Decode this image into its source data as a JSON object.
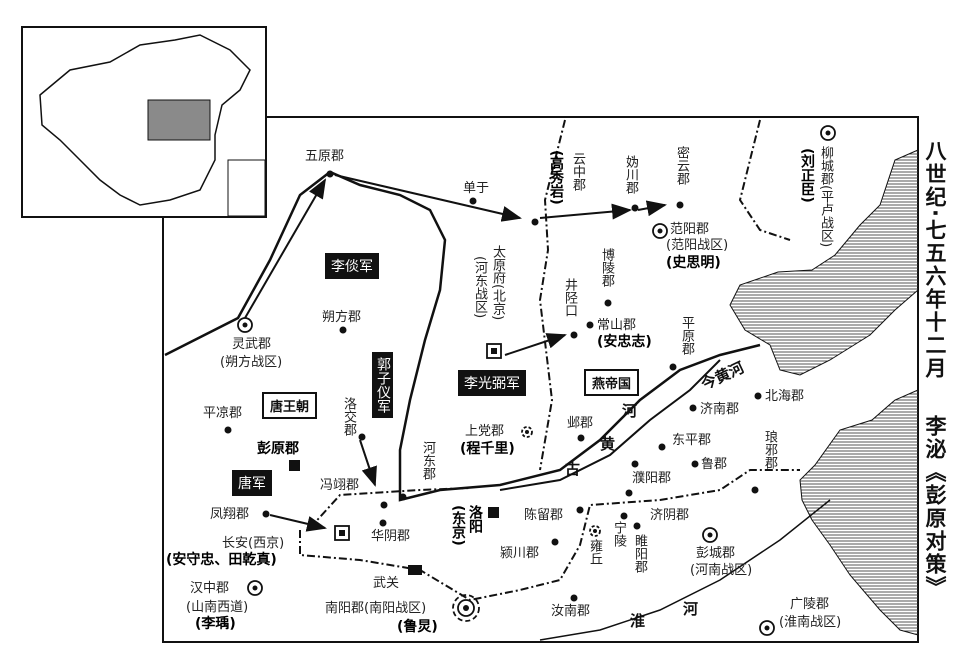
{
  "title": {
    "period": "八世纪·七五六年十二月",
    "subject": "李泌《彭原对策》"
  },
  "colors": {
    "ink": "#111111",
    "inset_highlight": "#8a8a8a",
    "sea_hatch": "#555555"
  },
  "states": {
    "tang": "唐王朝",
    "yan": "燕帝国"
  },
  "armies": {
    "li_tan": "李倓军",
    "guo_ziyi": "郭子仪军",
    "li_guangbi": "李光弼军",
    "tang": "唐军"
  },
  "rivers": {
    "jin_huanghe": "今黄河",
    "gu": "古",
    "huang": "黄",
    "he": "河",
    "huai": "淮",
    "huai_he": "河"
  },
  "places": {
    "wuyuan": "五原郡",
    "chanyu": "单于",
    "gao_xiuyan": "(高秀岩)",
    "yunzhong": "云中郡",
    "guichuan": "妫川郡",
    "miyun": "密云郡",
    "liucheng": "柳城郡(平卢战区)",
    "liu_zhengchen": "(刘正臣)",
    "fanyang": "范阳郡",
    "fanyang_zone": "(范阳战区)",
    "shi_siming": "(史思明)",
    "shuofang": "朔方郡",
    "lingwu": "灵武郡",
    "lingwu_zone": "(朔方战区)",
    "taiyuan": "太原府(北京)",
    "taiyuan_zone": "(河东战区)",
    "jingxing": "井陉口",
    "boling": "博陵郡",
    "changshan": "常山郡",
    "an_zhongzhi": "(安忠志)",
    "pingyuan": "平原郡",
    "beihai": "北海郡",
    "jinan": "济南郡",
    "pingliang": "平凉郡",
    "luojiao": "洛交郡",
    "hedong": "河东郡",
    "shangdang": "上党郡",
    "cheng_qianli": "(程千里)",
    "ye": "邺郡",
    "dongping": "东平郡",
    "lu": "鲁郡",
    "langya": "琅邪郡",
    "pengyuan": "彭原郡",
    "fengyi": "冯翊郡",
    "puyang": "濮阳郡",
    "fengxiang": "凤翔郡",
    "changan": "长安(西京)",
    "an_tian": "(安守忠、田乾真)",
    "huayin": "华阴郡",
    "luoyang": "洛阳",
    "dongjing": "(东京)",
    "chenliu": "陈留郡",
    "jiyin": "济阴郡",
    "yongqiu": "雍丘",
    "ningling": "宁陵",
    "suiyang": "睢阳郡",
    "pengcheng": "彭城郡",
    "henan_zone": "(河南战区)",
    "yingchuan": "颍川郡",
    "wuguan": "武关",
    "hanzhong": "汉中郡",
    "shannan": "(山南西道)",
    "li_yu": "(李瑀)",
    "nanyang": "南阳郡(南阳战区)",
    "lu_jiong": "(鲁炅)",
    "runan": "汝南郡",
    "guangling": "广陵郡",
    "huainan_zone": "(淮南战区)"
  }
}
